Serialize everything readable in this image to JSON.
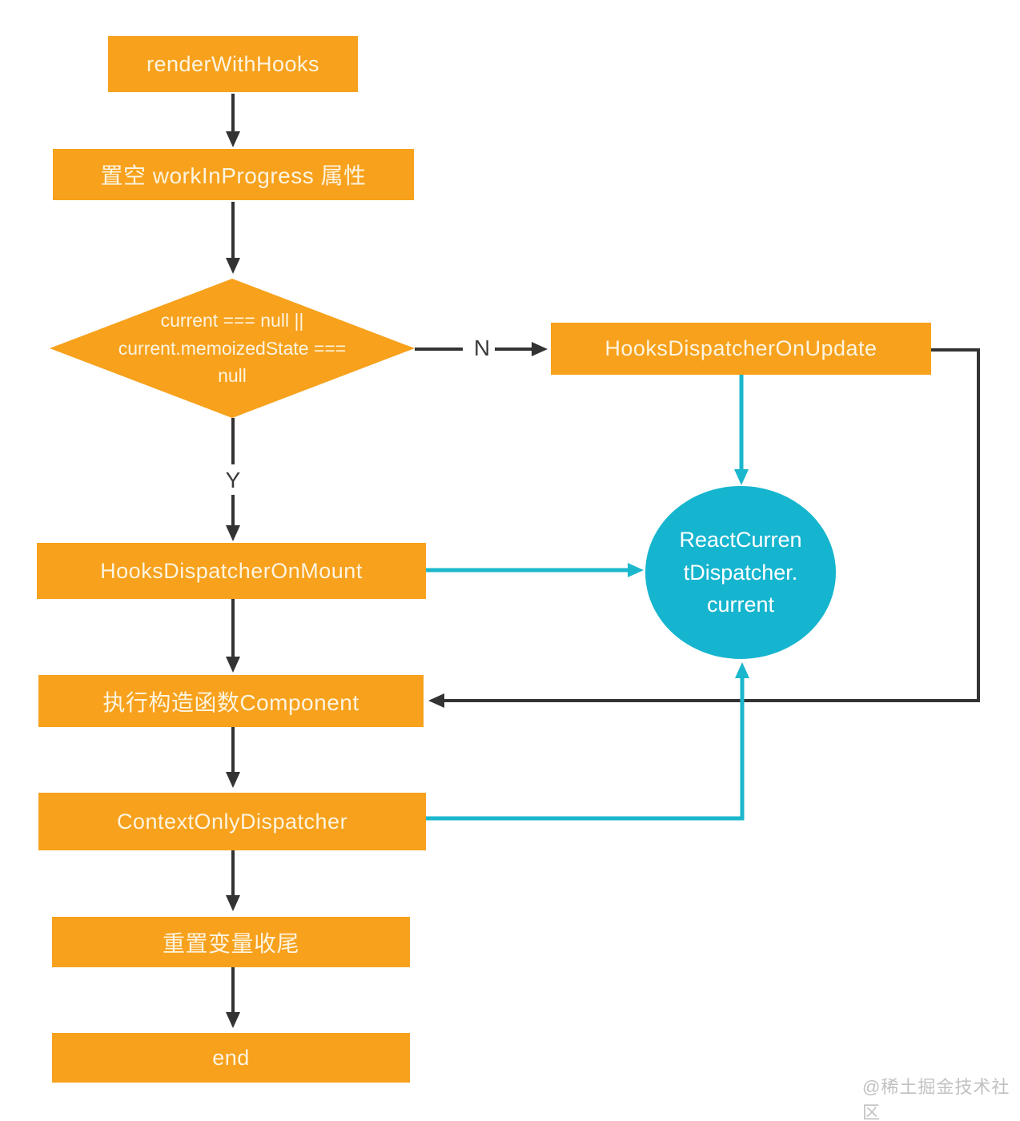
{
  "colors": {
    "node_orange": "#F7A11C",
    "node_cyan": "#16B5CF",
    "flow_line_black": "#333333",
    "dispatcher_line_cyan": "#1AB7CD",
    "node_text": "#FDF4DF",
    "branch_label_text": "#3A3A3A",
    "watermark_text": "#C1C1C1"
  },
  "nodes": {
    "render_with_hooks": {
      "label": "renderWithHooks"
    },
    "clear_work_in_progress": {
      "label": "置空 workInProgress 属性"
    },
    "decision_current_null": {
      "lines": [
        "current === null ||",
        "current.memoizedState ===",
        "null"
      ]
    },
    "hooks_dispatcher_on_update": {
      "label": "HooksDispatcherOnUpdate"
    },
    "hooks_dispatcher_on_mount": {
      "label": "HooksDispatcherOnMount"
    },
    "react_current_dispatcher": {
      "lines": [
        "ReactCurren",
        "tDispatcher.",
        "current"
      ]
    },
    "exec_constructor_component": {
      "label": "执行构造函数Component"
    },
    "context_only_dispatcher": {
      "label": "ContextOnlyDispatcher"
    },
    "reset_variables": {
      "label": "重置变量收尾"
    },
    "end": {
      "label": "end"
    }
  },
  "edge_labels": {
    "no": "N",
    "yes": "Y"
  },
  "watermark": "@稀土掘金技术社区"
}
